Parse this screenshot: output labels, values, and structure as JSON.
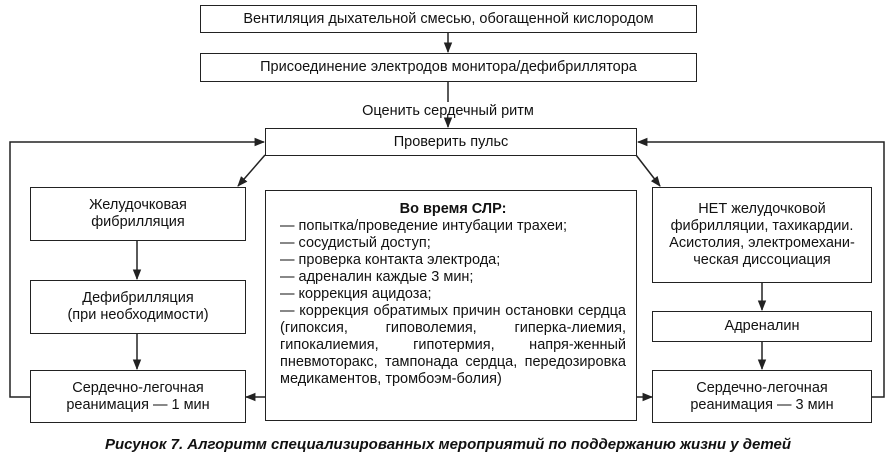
{
  "boxes": {
    "ventilation": "Вентиляция дыхательной смесью, обогащенной кислородом",
    "electrodes": "Присоединение электродов монитора/дефибриллятора",
    "assess_rhythm": "Оценить сердечный ритм",
    "check_pulse": "Проверить пульс",
    "vf_line1": "Желудочковая",
    "vf_line2": "фибрилляция",
    "defib_line1": "Дефибрилляция",
    "defib_line2": "(при необходимости)",
    "cpr1_line1": "Сердечно-легочная",
    "cpr1_line2": "реанимация — 1 мин",
    "novf_line1": "НЕТ желудочковой",
    "novf_line2": "фибрилляции, тахикардии.",
    "novf_line3": "Асистолия, электромехани-",
    "novf_line4": "ческая диссоциация",
    "adrenaline": "Адреналин",
    "cpr3_line1": "Сердечно-легочная",
    "cpr3_line2": "реанимация — 3 мин"
  },
  "during_cpr": {
    "title": "Во время СЛР:",
    "items": [
      "— попытка/проведение интубации трахеи;",
      "— сосудистый доступ;",
      "— проверка контакта электрода;",
      "— адреналин каждые 3 мин;",
      "— коррекция ацидоза;",
      "— коррекция обратимых причин остановки сердца (гипоксия, гиповолемия, гиперка-лиемия, гипокалиемия, гипотермия, напря-женный пневмоторакс, тампонада сердца, передозировка медикаментов, тромбоэм-болия)"
    ]
  },
  "caption": "Рисунок 7. Алгоритм специализированных мероприятий по поддержанию жизни у детей"
}
